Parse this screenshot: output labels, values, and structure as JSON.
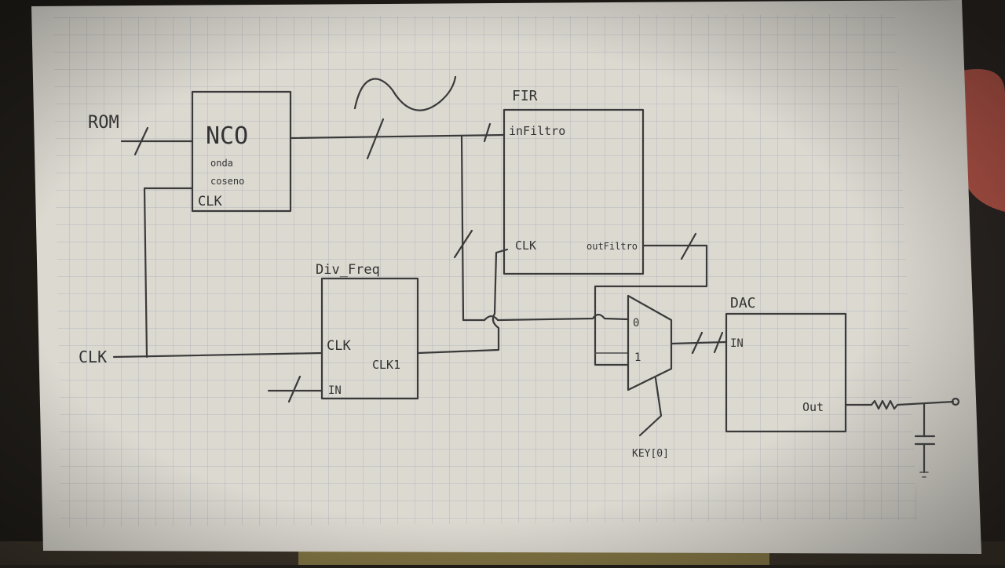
{
  "colors": {
    "paper": "#dcd9d1",
    "grid": "#b4b8bd",
    "pencil": "#3a3a3a",
    "background": "#1f1c18",
    "accent_right": "#c65a4c"
  },
  "labels": {
    "rom": "ROM",
    "clk_in": "CLK",
    "nco_title": "NCO",
    "nco_sub1": "onda",
    "nco_sub2": "coseno",
    "nco_clk": "CLK",
    "fir_title": "FIR",
    "fir_in": "inFiltro",
    "fir_clk": "CLK",
    "fir_out": "outFiltro",
    "div_title": "Div_Freq",
    "div_clk": "CLK",
    "div_clk1": "CLK1",
    "div_in": "IN",
    "mux_0": "0",
    "mux_1": "1",
    "key": "KEY[0]",
    "dac_title": "DAC",
    "dac_in": "IN",
    "dac_out": "Out"
  }
}
